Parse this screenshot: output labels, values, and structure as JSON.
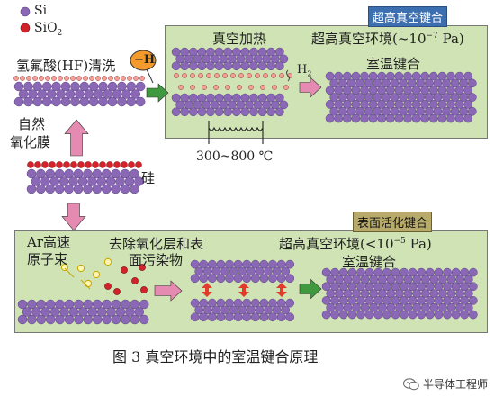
{
  "legend": {
    "si": "Si",
    "sio2": "SiO",
    "sio2_sub": "2"
  },
  "colors": {
    "panel_bg": "#cfe3b4",
    "atom": "#8a68b5",
    "atom_dark": "#5d4485",
    "oxide": "#d2232a",
    "hydrogen": "#f5a097",
    "tag_top": "#3b6fb0",
    "tag_bottom": "#8a7a3a",
    "arrow_green": "#3f9a3f",
    "arrow_pink": "#e58ab1",
    "arrow_red": "#e23b2b"
  },
  "left": {
    "hf_clean": "氢氟酸(HF)清洗",
    "natural_oxide_1": "自然",
    "natural_oxide_2": "氧化膜",
    "silicon": "硅"
  },
  "top_panel": {
    "tag": "超高真空键合",
    "vacuum_heating": "真空加热",
    "env_prefix": "超高真空环境(~10",
    "env_exp": "−7",
    "env_suffix": " Pa)",
    "room_temp_bonding": "室温键合",
    "h_bubble": "−H",
    "h2": "H",
    "h2_sub": "2",
    "temp_range": "300~800 ℃"
  },
  "bottom_panel": {
    "tag": "表面活化键合",
    "ar_beam_1": "Ar高速",
    "ar_beam_2": "原子束",
    "remove_1": "去除氧化层和表",
    "remove_2": "面污染物",
    "env_prefix": "超高真空环境(<10",
    "env_exp": "−5",
    "env_suffix": " Pa)",
    "room_temp_bonding": "室温键合"
  },
  "caption": "图 3    真空环境中的室温键合原理",
  "watermark": "半导体工程师",
  "icons": [
    "silicon-atom-icon",
    "oxide-atom-icon",
    "wechat-logo-icon",
    "heater-coil-icon"
  ]
}
